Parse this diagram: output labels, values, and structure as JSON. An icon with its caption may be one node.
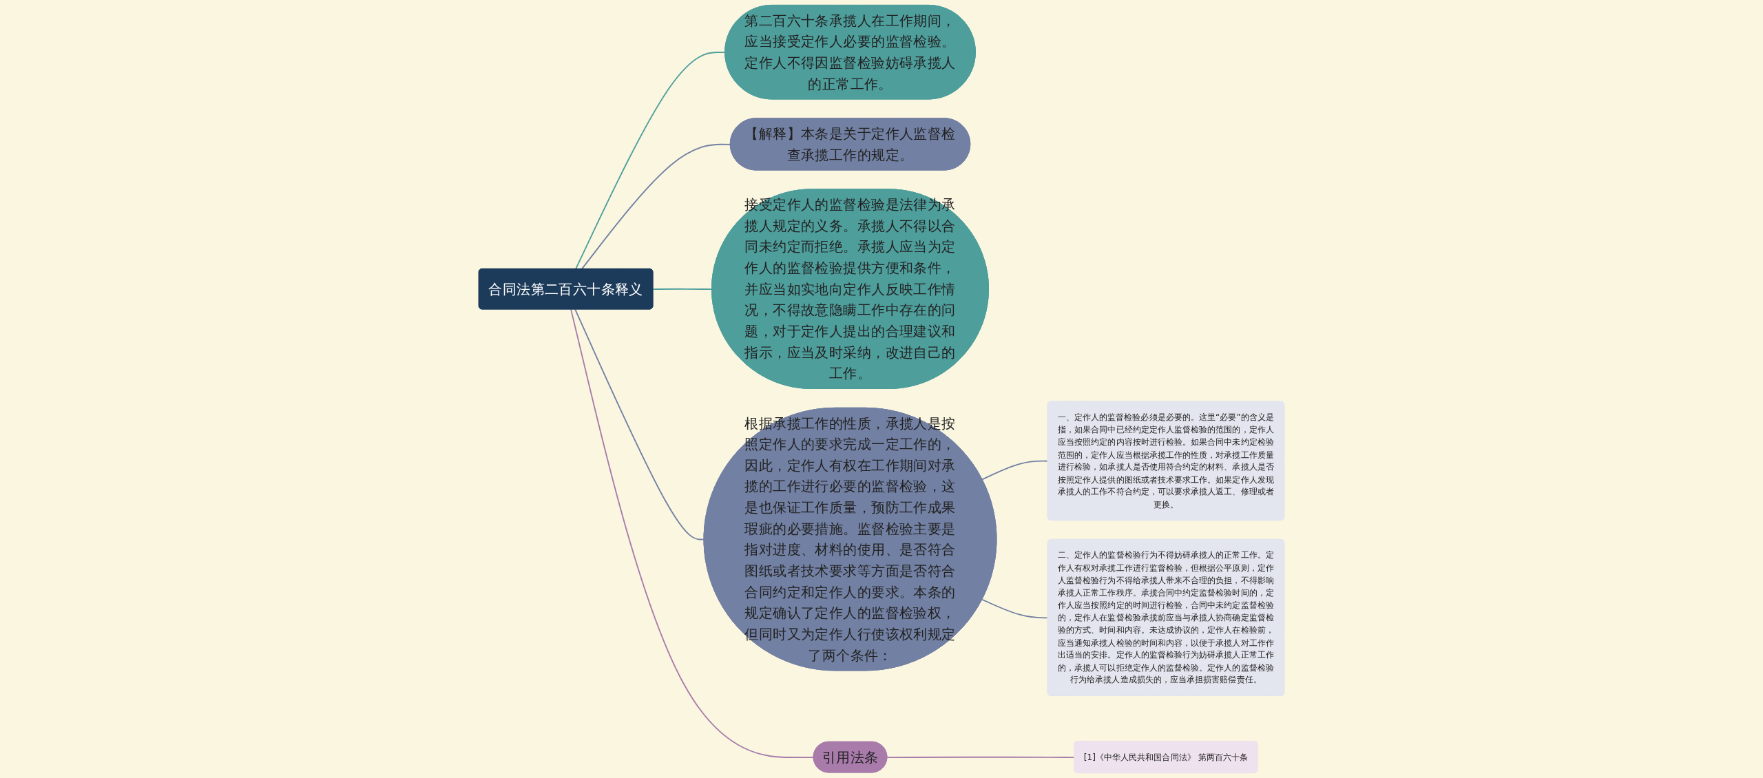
{
  "diagram": {
    "nodes": [
      {
        "text": [
          "合同法第二百六十条释义"
        ]
      },
      {
        "text": [
          "第二百六十条承揽人在工作期间，应当接受定作人必要的监督检验。定作人不得因监督检验妨碍承揽人的正常工作。"
        ]
      },
      {
        "text": [
          "【解释】本条是关于定作人监督检查承揽工作的规定。"
        ]
      },
      {
        "text": [
          "接受定作人的监督检验是法律为承揽人规定的义务。承揽人不得以合同未约定而拒绝。承揽人应当为定作人的监督检验提供方便和条件，并应当如实地向定作人反映工作情况，不得故意隐瞒工作中存在的问题，对于定作人提出的合理建议和指示，应当及时采纳，改进自己的工作。"
        ]
      },
      {
        "text": [
          "根据承揽工作的性质，承揽人是按照定作人的要求完成一定工作的，因此，定作人有权在工作期间对承揽的工作进行必要的监督检验，这是也保证工作质量，预防工作成果瑕疵的必要措施。监督检验主要是指对进度、材料的使用、是否符合图纸或者技术要求等方面是否符合合同约定和定作人的要求。本条的规定确认了定作人的监督检验权，但同时又为定作人行使该权利规定了两个条件："
        ]
      },
      {
        "text": [
          "一、定作人的监督检验必须是必要的。这里“必要”的含义是指，如果合同中已经约定定作人监督检验的范围的，定作人应当按照约定的内容按时进行检验。如果合同中未约定检验范围的，定作人应当根据承揽工作的性质，对承揽工作质量进行检验，如承揽人是否使用符合约定的材料、承揽人是否按照定作人提供的图纸或者技术要求工作。如果定作人发现承揽人的工作不符合约定，可以要求承揽人返工、修理或者更换。"
        ]
      },
      {
        "text": [
          "二、定作人的监督检验行为不得妨碍承揽人的正常工作。定作人有权对承揽工作进行监督检验，但根据公平原则，定作人监督检验行为不得给承揽人带来不合理的负担，不得影响承揽人正常工作秩序。承揽合同中约定监督检验时间的，定作人应当按照约定的时间进行检验，合同中未约定监督检验的，定作人在监督检验承揽前应当与承揽人协商确定监督检验的方式、时间和内容。未达成协议的，定作人在检验前，应当通知承揽人检验的时间和内容，以便于承揽人对工作作出适当的安排。定作人的监督检验行为妨碍承揽人正常工作的，承揽人可以拒绝定作人的监督检验。定作人的监督检验行为给承揽人造成损失的，应当承担损害赔偿责任。"
        ]
      },
      {
        "text": [
          "引用法条"
        ]
      },
      {
        "text": [
          "[1]《中华人民共和国合同法》 第两百六十条"
        ]
      }
    ],
    "edges": [
      {
        "from": 0,
        "to": 1,
        "arrow": "none",
        "color": "#4e9e9c"
      },
      {
        "from": 0,
        "to": 2,
        "arrow": "none"
      },
      {
        "from": 0,
        "to": 3,
        "arrow": "none",
        "color": "#4e9e9c"
      },
      {
        "from": 0,
        "to": 4,
        "arrow": "none"
      },
      {
        "from": 4,
        "to": 5,
        "arrow": "none"
      },
      {
        "from": 4,
        "to": 6,
        "arrow": "none"
      },
      {
        "from": 0,
        "to": 7,
        "arrow": "none",
        "color": "#a97bab"
      },
      {
        "from": 7,
        "to": 8,
        "arrow": "none",
        "color": "#a97bab"
      }
    ]
  }
}
